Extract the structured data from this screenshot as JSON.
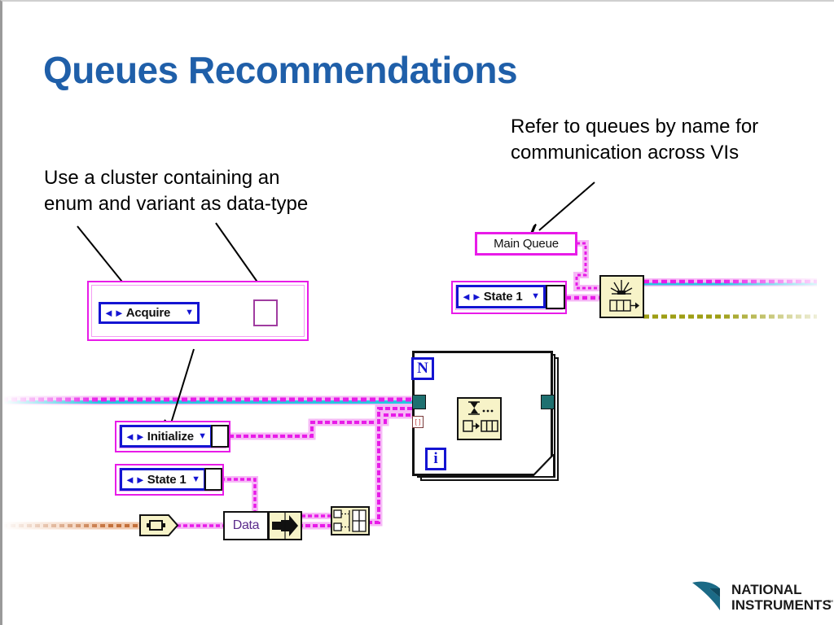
{
  "slide": {
    "title": "Queues Recommendations",
    "background_color": "#ffffff",
    "title_color": "#1F5FA9"
  },
  "annotations": [
    {
      "name": "annotation-right",
      "line1": "Refer to queues by name for",
      "line2": "communication across VIs"
    },
    {
      "name": "annotation-left",
      "line1": "Use a cluster containing an",
      "line2": "enum and variant as data-type"
    }
  ],
  "diagram": {
    "type": "labview-block-diagram",
    "colors": {
      "wire_magenta": "#E81BE8",
      "wire_cyan": "#27C8E0",
      "wire_error_yellow": "#9E9E14",
      "wire_orange": "#C4703A",
      "enum_border": "#1414D2",
      "cluster_border": "#E81BE8",
      "vi_fill": "#F7F3C8",
      "shift_register": "#1E7070"
    },
    "cluster_example": {
      "name": "cluster-acquire",
      "enum_value": "Acquire",
      "variant_label": ""
    },
    "queue_name_constant": "Main Queue",
    "obtain_queue": {
      "name": "obtain-queue-vi",
      "enum_value": "State 1"
    },
    "enqueue_loop": {
      "name": "for-loop",
      "count_terminal": "N",
      "iteration_terminal": "i",
      "vi": "enqueue-element-vi"
    },
    "bottom_enums": [
      {
        "name": "enum-initialize",
        "value": "Initialize"
      },
      {
        "name": "enum-state-1",
        "value": "State 1"
      }
    ],
    "data_label": "Data",
    "bundle": "bundle-function",
    "to_variant": "to-variant-function"
  },
  "footer": {
    "logo_line1": "NATIONAL",
    "logo_line2": "INSTRUMENTS",
    "logo_tm": "™",
    "logo_color": "#1B6A86",
    "logo_text_color": "#1A1A1A"
  }
}
